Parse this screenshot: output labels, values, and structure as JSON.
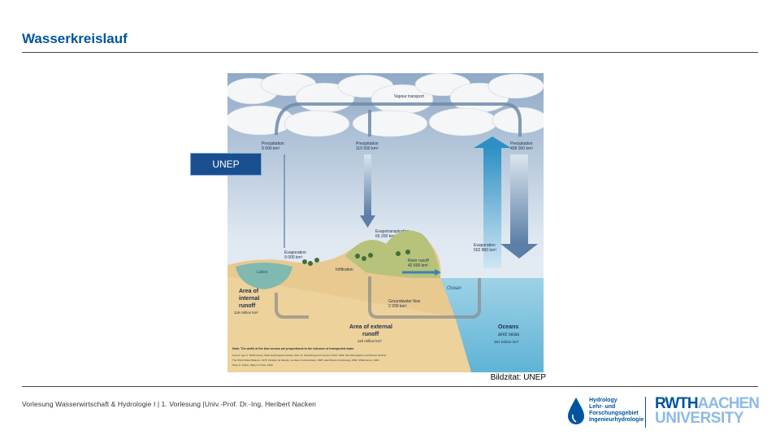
{
  "page": {
    "title": "Wasserkreislauf",
    "figure_tag": "UNEP",
    "caption": "Bildzitat: UNEP",
    "footer": "Vorlesung Wasserwirtschaft & Hydrologie I | 1. Vorlesung |Univ.-Prof. Dr.-Ing. Heribert Nacken"
  },
  "logos": {
    "institute_lines": [
      "Hydrology",
      "Lehr- und",
      "Forschungsgebiet",
      "Ingenieurhydrologie"
    ],
    "university_line1_a": "RWTH",
    "university_line1_b": "AACHEN",
    "university_line2": "UNIVERSITY"
  },
  "diagram": {
    "vapour_transport": "Vapour transport",
    "precip_left": "Precipitation",
    "precip_left_val": "9 000 km³",
    "precip_mid": "Precipitation",
    "precip_mid_val": "110 000 km³",
    "precip_right": "Precipitation",
    "precip_right_val": "458 000 km³",
    "evapotranspiration": "Evapotranspiration",
    "evapotranspiration_val": "65 200 km³",
    "evap_left": "Evaporation",
    "evap_left_val": "9 000 km³",
    "evap_right": "Evaporation",
    "evap_right_val": "502 800 km³",
    "infiltration": "Infiltration",
    "lakes": "Lakes",
    "river_runoff": "River runoff",
    "river_runoff_val": "42 600 km³",
    "ocean": "Ocean",
    "groundwater_flow": "Groundwater flow",
    "groundwater_flow_val": "2 200 km³",
    "internal_area_1": "Area of",
    "internal_area_2": "internal",
    "internal_area_3": "runoff",
    "internal_area_val": "119 million km²",
    "external_area_1": "Area of external",
    "external_area_2": "runoff",
    "external_area_val": "119 million km²",
    "oceans_1": "Oceans",
    "oceans_2": "and seas",
    "oceans_val": "361 million km²",
    "note": "Note: The width of the blue arrows are proportional to the volumes of transported water",
    "source_1": "Source: Igor A. Shiklomanov, State Hydrological Institute (SHI, St. Petersburg) and Unesco, Paris, 1999; Max Baumgartner and Reiner Reichel,",
    "source_2": "The World Water Balance, 1975; Ghislain de Marsily, Les Eaux Continentales, 1995; Hand Book of Hydrology, 1992; Shiklomanov, 1993.",
    "source_3": "Peter H. Gleick, Water in Crisis, 1993."
  }
}
